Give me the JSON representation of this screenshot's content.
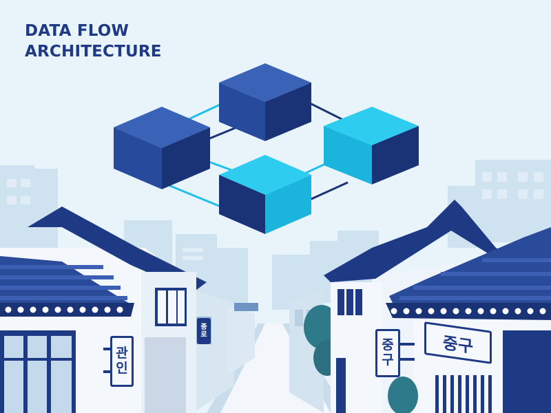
{
  "title": {
    "line1": "DATA FLOW",
    "line2": "ARCHITECTURE"
  },
  "signs": {
    "left_vertical": [
      "관",
      "인"
    ],
    "small_vertical": [
      "종",
      "로"
    ],
    "right_vertical": [
      "중",
      "구"
    ],
    "right_horizontal": "중구"
  },
  "colors": {
    "navy": "#1f3a85",
    "dark_navy": "#152a5e",
    "sky": "#e8f3fa",
    "cyan": "#1ec2e8"
  }
}
